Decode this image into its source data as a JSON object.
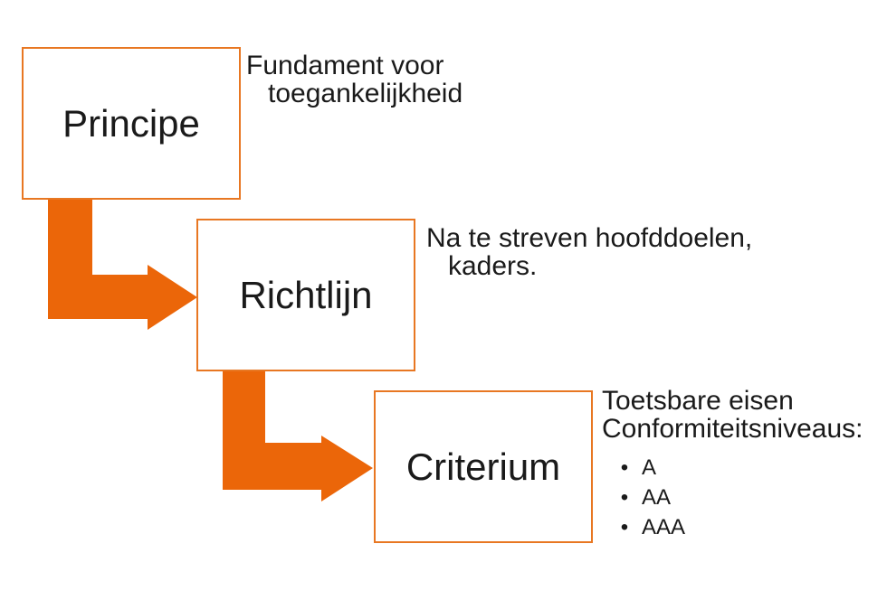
{
  "colors": {
    "arrow_fill": "#EB6609",
    "box_border": "#E87722",
    "box_fill": "#FFFFFF",
    "text": "#1A1A1A",
    "background": "#FFFFFF"
  },
  "glyphs": {
    "bullet": "•"
  },
  "diagram": {
    "steps": [
      {
        "label": "Principe",
        "description": {
          "line1": "Fundament voor",
          "line2": "toegankelijkheid"
        }
      },
      {
        "label": "Richtlijn",
        "description": {
          "line1": "Na te streven hoofddoelen,",
          "line2": "kaders."
        }
      },
      {
        "label": "Criterium",
        "description": {
          "line1": "Toetsbare eisen",
          "line2": "Conformiteitsniveaus:"
        },
        "levels": [
          "A",
          "AA",
          "AAA"
        ]
      }
    ]
  }
}
